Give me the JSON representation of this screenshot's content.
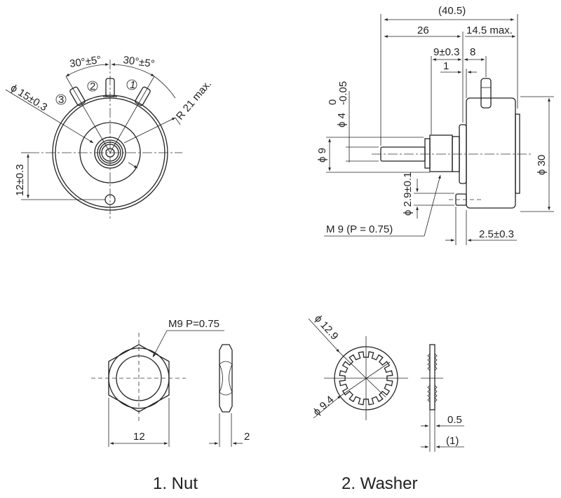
{
  "front_view": {
    "angle_left": "30°±5°",
    "angle_right": "30°±5°",
    "terminal_1": "1",
    "terminal_2": "2",
    "terminal_3": "3",
    "diameter_label": "ϕ 15±0.3",
    "radius_label": "R 21 max.",
    "offset_label": "12±0.3"
  },
  "side_view": {
    "overall_length": "(40.5)",
    "shaft_length": "26",
    "body_length": "14.5 max.",
    "bushing_length": "9±0.3",
    "terminal_offset": "8",
    "flange": "1",
    "shaft_diameter": "ϕ 4",
    "shaft_tol_upper": "0",
    "shaft_tol_lower": "-0.05",
    "bushing_diameter": "ϕ 9",
    "body_diameter": "ϕ 30",
    "pin_diameter": "ϕ 2.9±0.1",
    "thread_label": "M 9 (P = 0.75)",
    "pin_length": "2.5±0.3"
  },
  "nut": {
    "thread_label": "M9 P=0.75",
    "width": "12",
    "thickness": "2",
    "title": "1. Nut"
  },
  "washer": {
    "outer_diameter": "ϕ 12.9",
    "inner_diameter": "ϕ 9.4",
    "thickness": "0.5",
    "total_thickness": "(1)",
    "title": "2. Washer"
  }
}
